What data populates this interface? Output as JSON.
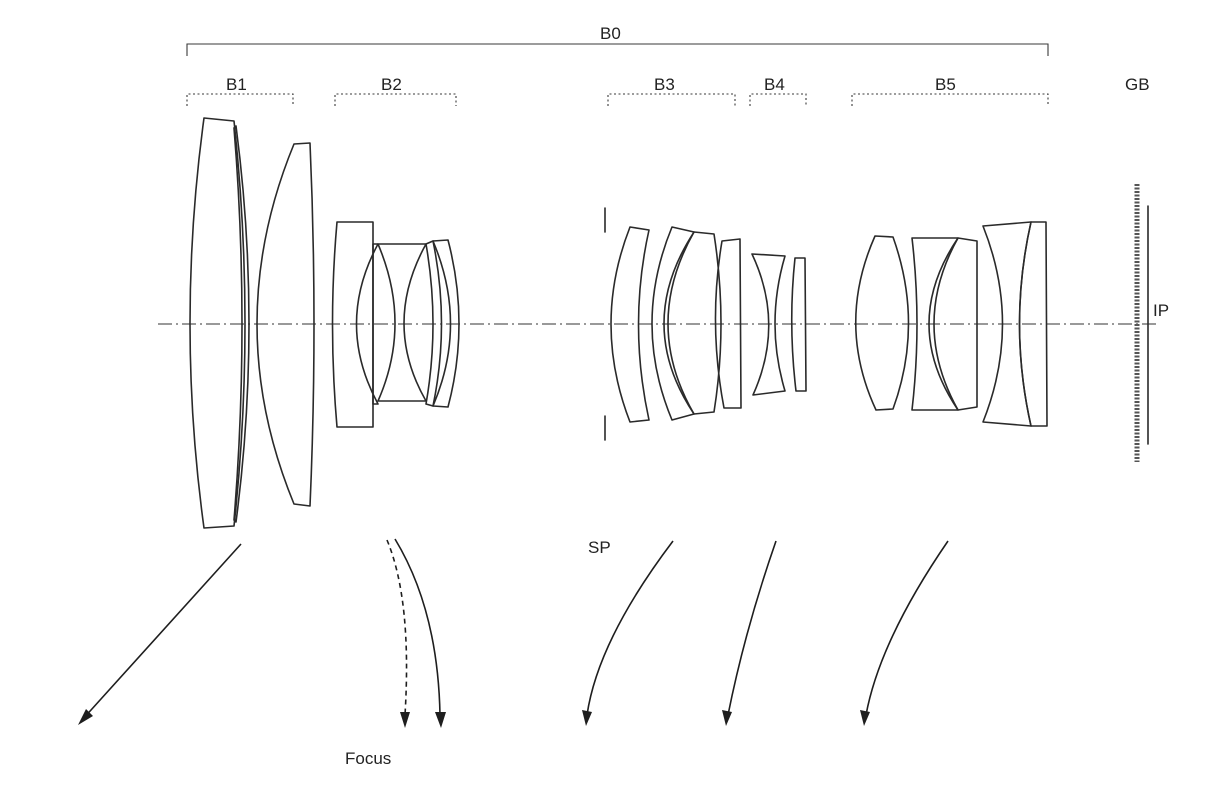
{
  "labels": {
    "b0": "B0",
    "b1": "B1",
    "b2": "B2",
    "b3": "B3",
    "b4": "B4",
    "b5": "B5",
    "gb": "GB",
    "ip": "IP",
    "sp": "SP",
    "focus": "Focus"
  }
}
